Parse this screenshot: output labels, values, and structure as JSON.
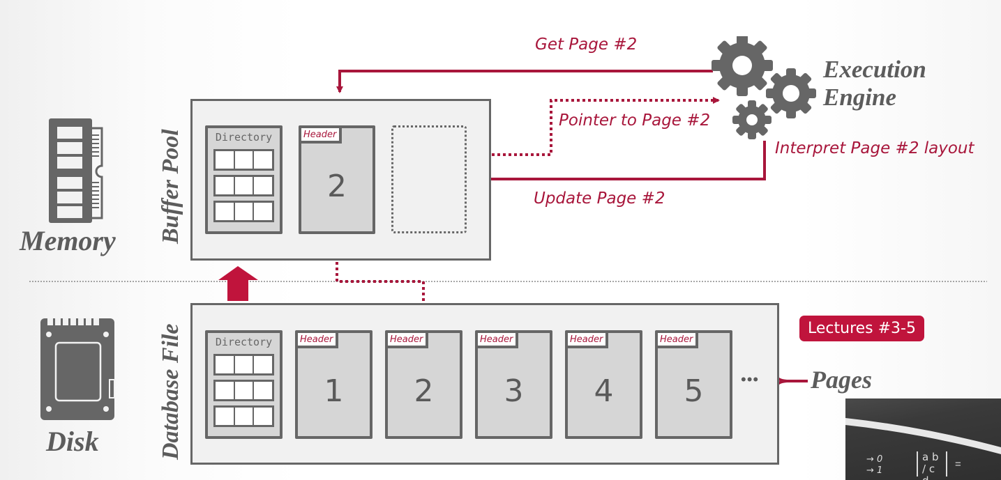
{
  "tiers": {
    "memory": {
      "label": "Memory",
      "icon": "ram-stick-icon"
    },
    "disk": {
      "label": "Disk",
      "icon": "ssd-drive-icon"
    }
  },
  "buffer_pool": {
    "label": "Buffer Pool",
    "directory_label": "Directory",
    "page": {
      "header": "Header",
      "number": "2"
    }
  },
  "database_file": {
    "label": "Database File",
    "directory_label": "Directory",
    "pages": [
      {
        "header": "Header",
        "number": "1"
      },
      {
        "header": "Header",
        "number": "2"
      },
      {
        "header": "Header",
        "number": "3"
      },
      {
        "header": "Header",
        "number": "4"
      },
      {
        "header": "Header",
        "number": "5"
      }
    ],
    "ellipsis": "•••"
  },
  "execution_engine": {
    "line1": "Execution",
    "line2": "Engine",
    "icon": "gears-icon"
  },
  "arrows": {
    "get_page": "Get Page #2",
    "pointer_to_page": "Pointer to Page #2",
    "interpret_layout": "Interpret Page #2 layout",
    "update_page": "Update Page #2"
  },
  "pages_label": "Pages",
  "badge": "Lectures #3-5",
  "webcam": {
    "board_text_1": "→ 0",
    "board_text_2": "→ 1",
    "matrix": "a b / c d",
    "equals": "="
  },
  "colors": {
    "accent": "#a8163b",
    "badge": "#c0143c",
    "gray": "#666666"
  }
}
